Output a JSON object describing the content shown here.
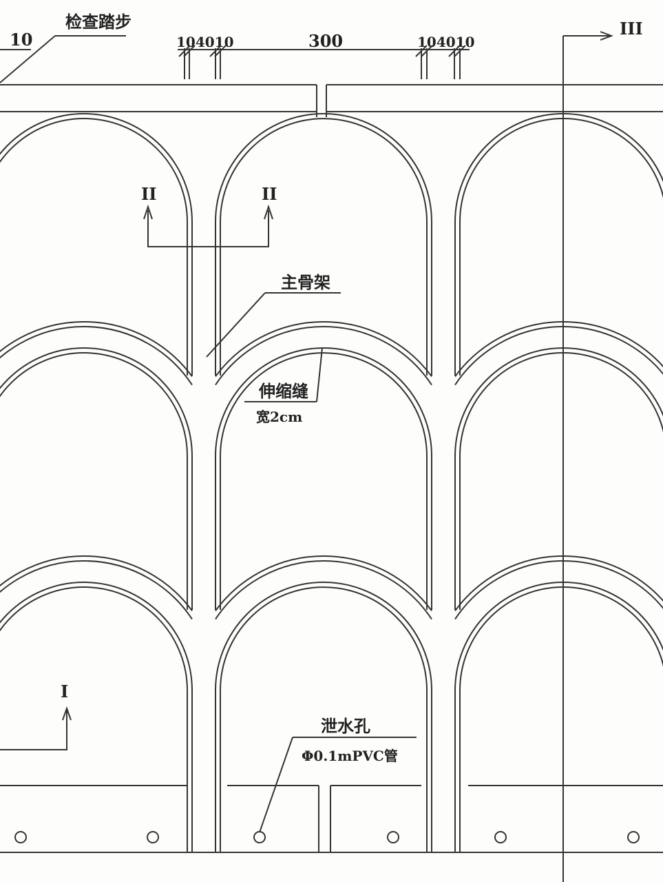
{
  "labels": {
    "step_dim": "10",
    "inspection_step": "检查踏步",
    "dim_left": "104010",
    "dim_mid": "300",
    "dim_right": "104010",
    "section_iii": "III",
    "section_ii_left": "II",
    "section_ii_right": "II",
    "main_frame": "主骨架",
    "expansion_joint": "伸缩缝",
    "joint_width": "宽2cm",
    "section_i": "I",
    "drain_hole": "泄水孔",
    "drain_pipe": "Φ0.1mPVC管"
  },
  "colors": {
    "line": "#333333",
    "paper": "#fdfdfb"
  }
}
